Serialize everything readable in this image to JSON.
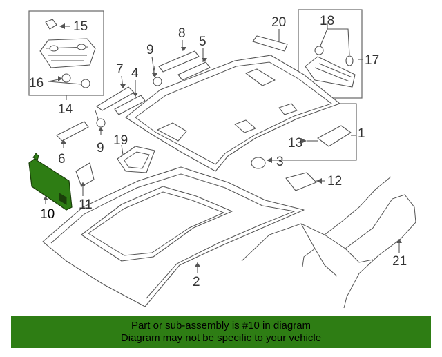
{
  "callouts": {
    "c1": "1",
    "c2": "2",
    "c3": "3",
    "c4": "4",
    "c5": "5",
    "c6": "6",
    "c7": "7",
    "c8": "8",
    "c9a": "9",
    "c9b": "9",
    "c10": "10",
    "c11": "11",
    "c12": "12",
    "c13": "13",
    "c14": "14",
    "c15": "15",
    "c16": "16",
    "c17": "17",
    "c18": "18",
    "c19": "19",
    "c20": "20",
    "c21": "21"
  },
  "highlighted_part": "10",
  "banner": {
    "line1": "Part or sub-assembly is #10 in diagram",
    "line2": "Diagram may not be specific to your vehicle",
    "background": "#2e7d14"
  },
  "colors": {
    "highlight": "#2e7d14",
    "linework": "#555555"
  }
}
